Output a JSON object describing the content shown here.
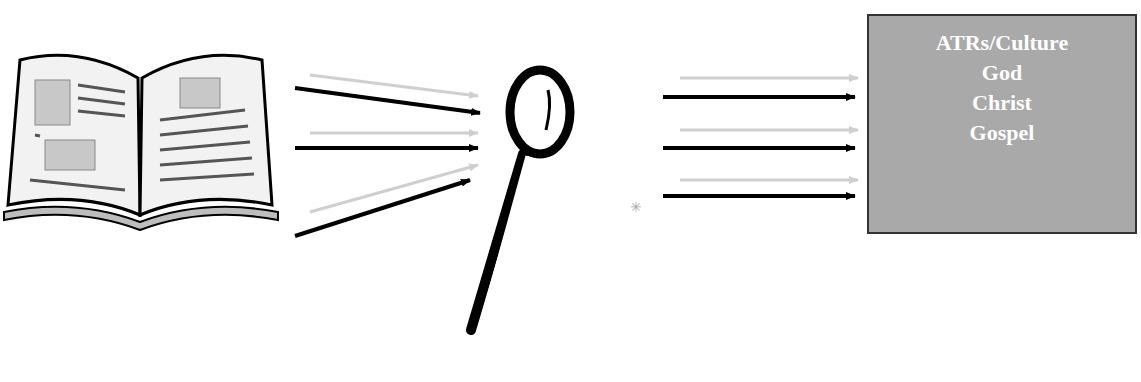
{
  "diagram": {
    "nodes": [
      {
        "text": [
          "ATRs/Culture",
          "God",
          "Christ",
          "Gospel"
        ]
      }
    ]
  }
}
